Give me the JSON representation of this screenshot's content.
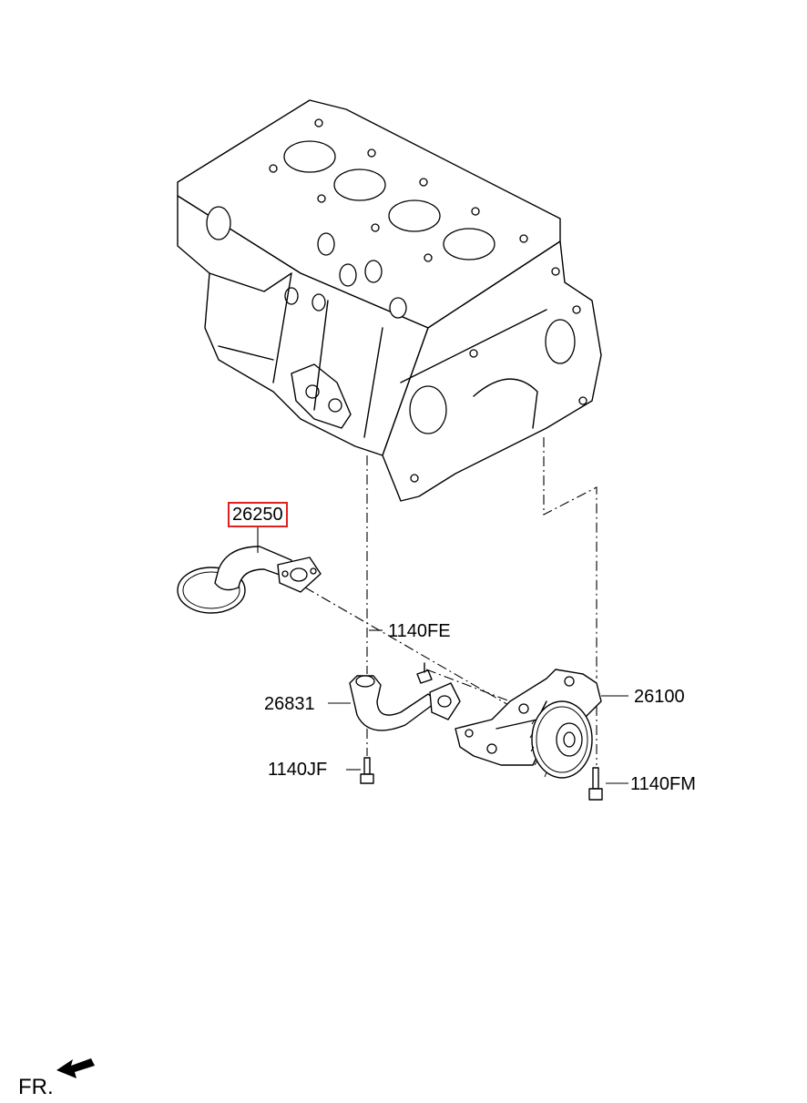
{
  "labels": {
    "p26250": "26250",
    "p1140FE": "1140FE",
    "p26831": "26831",
    "p26100": "26100",
    "p1140JF": "1140JF",
    "p1140FM": "1140FM"
  },
  "highlight_color": "#e02020",
  "direction_marker": "FR.",
  "icons": [
    "front-direction-arrow-icon"
  ]
}
